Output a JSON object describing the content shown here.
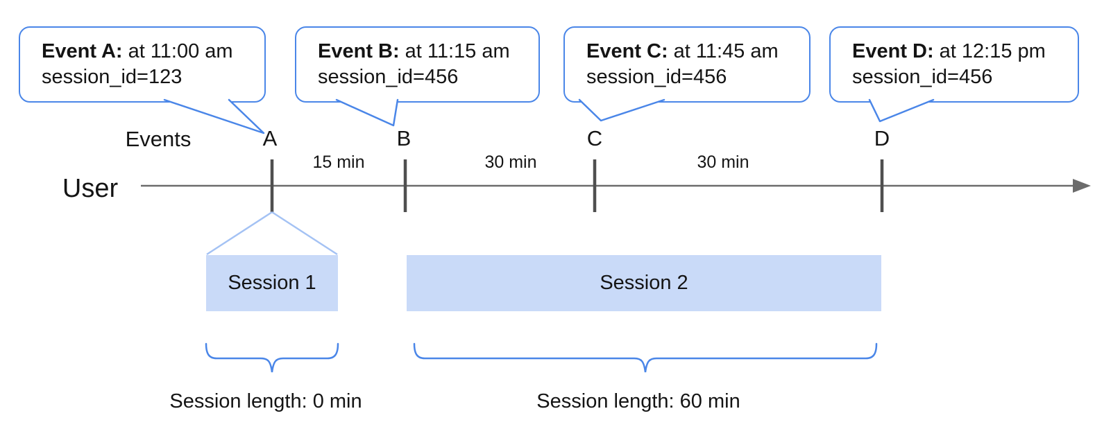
{
  "bubbles": [
    {
      "event": "Event A:",
      "time": "at 11:00 am",
      "session_id": "session_id=123"
    },
    {
      "event": "Event B:",
      "time": "at 11:15 am",
      "session_id": "session_id=456"
    },
    {
      "event": "Event C:",
      "time": "at 11:45 am",
      "session_id": "session_id=456"
    },
    {
      "event": "Event D:",
      "time": "at 12:15 pm",
      "session_id": "session_id=456"
    }
  ],
  "timeline": {
    "events_label": "Events",
    "user_label": "User",
    "event_markers": [
      "A",
      "B",
      "C",
      "D"
    ],
    "intervals": [
      "15 min",
      "30 min",
      "30 min"
    ]
  },
  "sessions": [
    {
      "label": "Session 1",
      "length": "Session length: 0 min"
    },
    {
      "label": "Session 2",
      "length": "Session length: 60 min"
    }
  ],
  "colors": {
    "bubble_border": "#4a86e8",
    "brace": "#4a86e8",
    "session_fill": "#c9daf8",
    "funnel_line": "#a4c2f4",
    "axis": "#6b6b6b",
    "tick": "#4f4f4f",
    "text": "#141414"
  }
}
